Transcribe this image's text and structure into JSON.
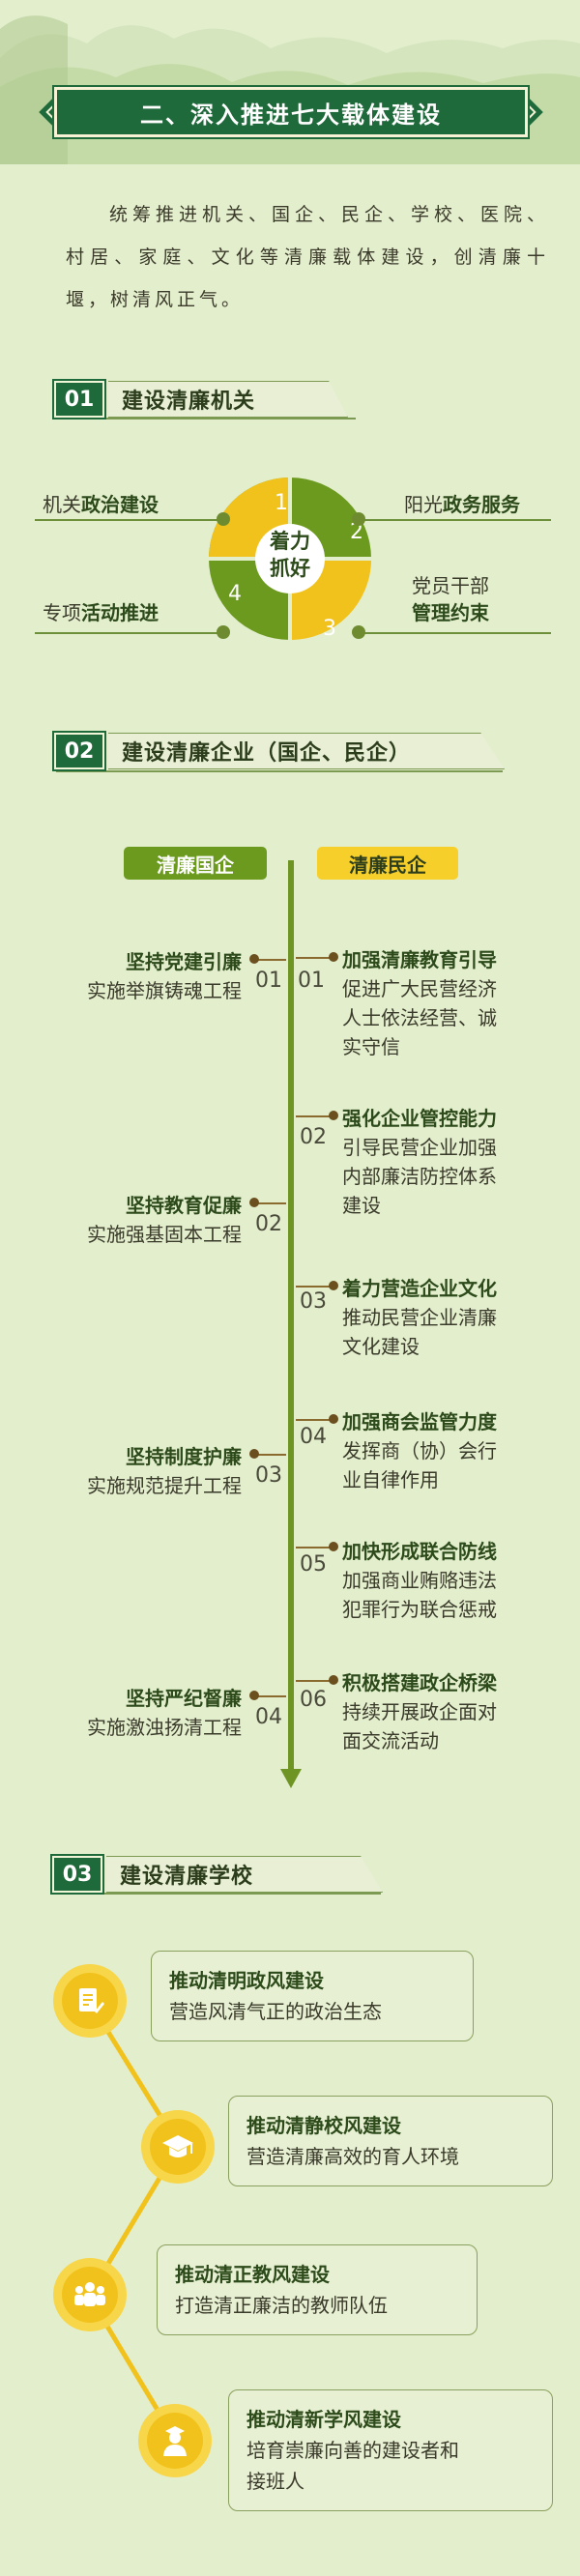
{
  "header": {
    "title": "二、深入推进七大载体建设",
    "intro": "统筹推进机关、国企、民企、学校、医院、村居、家庭、文化等清廉载体建设，创清廉十堰，树清风正气。"
  },
  "section1": {
    "num": "01",
    "title": "建设清廉机关",
    "center": [
      "着力",
      "抓好"
    ],
    "quadrant_numbers": [
      "1",
      "2",
      "3",
      "4"
    ],
    "items": [
      {
        "plain": "机关",
        "bold": "政治建设"
      },
      {
        "plain": "阳光",
        "bold": "政务服务"
      },
      {
        "plain": "党员干部",
        "bold": "管理约束"
      },
      {
        "plain": "专项",
        "bold": "活动推进"
      }
    ],
    "colors": {
      "yellow": "#f2c21c",
      "green": "#6b9a1f"
    }
  },
  "section2": {
    "num": "02",
    "title": "建设清廉企业（国企、民企）",
    "left_tag": "清廉国企",
    "right_tag": "清廉民企",
    "left_items": [
      {
        "num": "01",
        "bold": "坚持党建引廉",
        "text": "实施举旗铸魂工程"
      },
      {
        "num": "02",
        "bold": "坚持教育促廉",
        "text": "实施强基固本工程"
      },
      {
        "num": "03",
        "bold": "坚持制度护廉",
        "text": "实施规范提升工程"
      },
      {
        "num": "04",
        "bold": "坚持严纪督廉",
        "text": "实施激浊扬清工程"
      }
    ],
    "right_items": [
      {
        "num": "01",
        "bold": "加强清廉教育引导",
        "lines": [
          "促进广大民营经济",
          "人士依法经营、诚",
          "实守信"
        ]
      },
      {
        "num": "02",
        "bold": "强化企业管控能力",
        "lines": [
          "引导民营企业加强",
          "内部廉洁防控体系",
          "建设"
        ]
      },
      {
        "num": "03",
        "bold": "着力营造企业文化",
        "lines": [
          "推动民营企业清廉",
          "文化建设"
        ]
      },
      {
        "num": "04",
        "bold": "加强商会监管力度",
        "lines": [
          "发挥商（协）会行",
          "业自律作用"
        ]
      },
      {
        "num": "05",
        "bold": "加快形成联合防线",
        "lines": [
          "加强商业贿赂违法",
          "犯罪行为联合惩戒"
        ]
      },
      {
        "num": "06",
        "bold": "积极搭建政企桥梁",
        "lines": [
          "持续开展政企面对",
          "面交流活动"
        ]
      }
    ]
  },
  "section3": {
    "num": "03",
    "title": "建设清廉学校",
    "cards": [
      {
        "icon": "document-pen-icon",
        "bold": "推动清明政风建设",
        "lines": [
          "营造风清气正的政治生态"
        ]
      },
      {
        "icon": "graduation-cap-icon",
        "bold": "推动清静校风建设",
        "lines": [
          "营造清廉高效的育人环境"
        ]
      },
      {
        "icon": "teachers-group-icon",
        "bold": "推动清正教风建设",
        "lines": [
          "打造清正廉洁的教师队伍"
        ]
      },
      {
        "icon": "student-person-icon",
        "bold": "推动清新学风建设",
        "lines": [
          "培育崇廉向善的建设者和",
          "接班人"
        ]
      }
    ]
  }
}
